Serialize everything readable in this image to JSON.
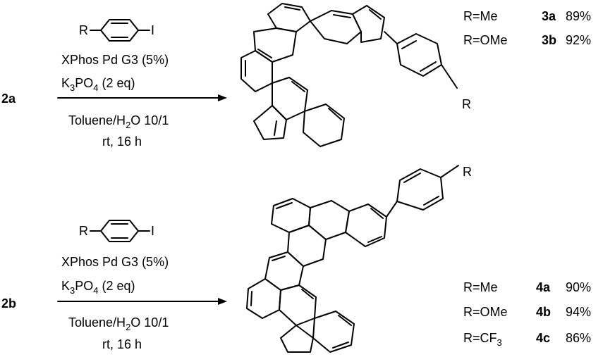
{
  "reactions": [
    {
      "start": "2a",
      "reagent_r": "R",
      "reagent_i": "I",
      "catalyst": "XPhos Pd G3 (5%)",
      "base": {
        "k": "K",
        "k_sub": "3",
        "po": "PO",
        "po_sub": "4",
        "eq": " (2 eq)"
      },
      "solvent": {
        "pre": "Toluene/H",
        "sub": "2",
        "post": "O 10/1"
      },
      "conditions": "rt, 16 h",
      "product_r": "R",
      "products": [
        {
          "r": "R=Me",
          "r_sub": "",
          "id": "3a",
          "yield": "89%"
        },
        {
          "r": "R=OMe",
          "r_sub": "",
          "id": "3b",
          "yield": "92%"
        }
      ]
    },
    {
      "start": "2b",
      "reagent_r": "R",
      "reagent_i": "I",
      "catalyst": "XPhos Pd G3 (5%)",
      "base": {
        "k": "K",
        "k_sub": "3",
        "po": "PO",
        "po_sub": "4",
        "eq": " (2 eq)"
      },
      "solvent": {
        "pre": "Toluene/H",
        "sub": "2",
        "post": "O 10/1"
      },
      "conditions": "rt, 16 h",
      "product_r": "R",
      "products": [
        {
          "r": "R=Me",
          "r_sub": "",
          "id": "4a",
          "yield": "90%"
        },
        {
          "r": "R=OMe",
          "r_sub": "",
          "id": "4b",
          "yield": "94%"
        },
        {
          "r": "R=CF",
          "r_sub": "3",
          "id": "4c",
          "yield": "86%"
        }
      ]
    }
  ]
}
